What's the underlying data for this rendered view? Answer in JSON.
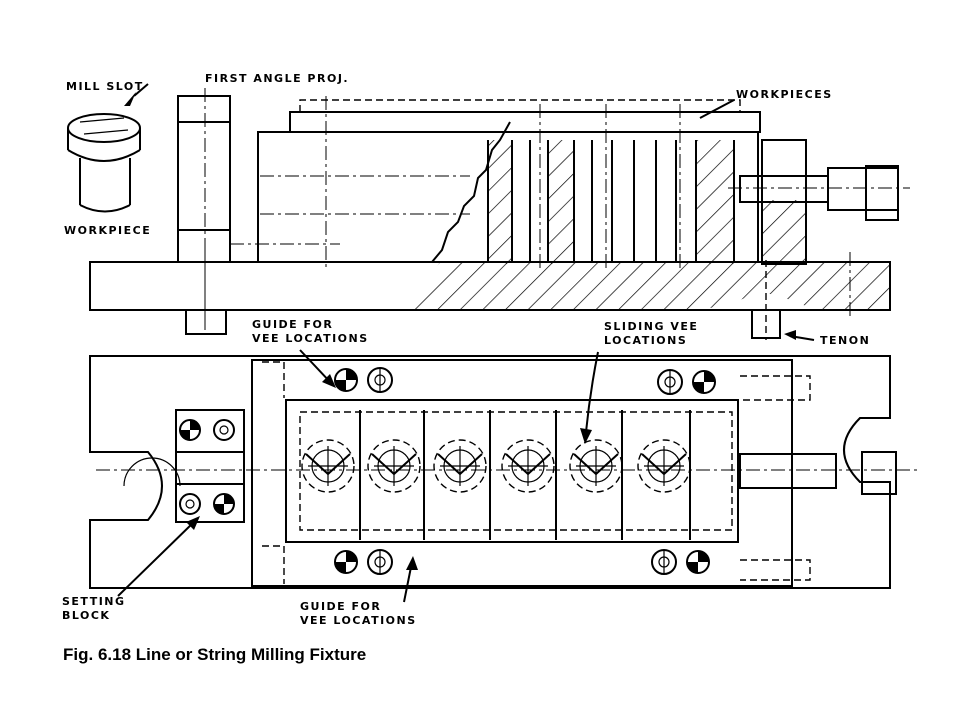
{
  "labels": {
    "mill_slot": "MILL SLOT",
    "first_angle": "FIRST ANGLE PROJ.",
    "workpieces": "WORKPIECES",
    "workpiece": "WORKPIECE",
    "guide_top_1": "GUIDE FOR",
    "guide_top_2": "VEE LOCATIONS",
    "sliding_1": "SLIDING VEE",
    "sliding_2": "LOCATIONS",
    "tenon": "TENON",
    "setting_1": "SETTING",
    "setting_2": "BLOCK",
    "guide_bot_1": "GUIDE FOR",
    "guide_bot_2": "VEE LOCATIONS"
  },
  "caption": "Fig. 6.18 Line or String Milling Fixture"
}
